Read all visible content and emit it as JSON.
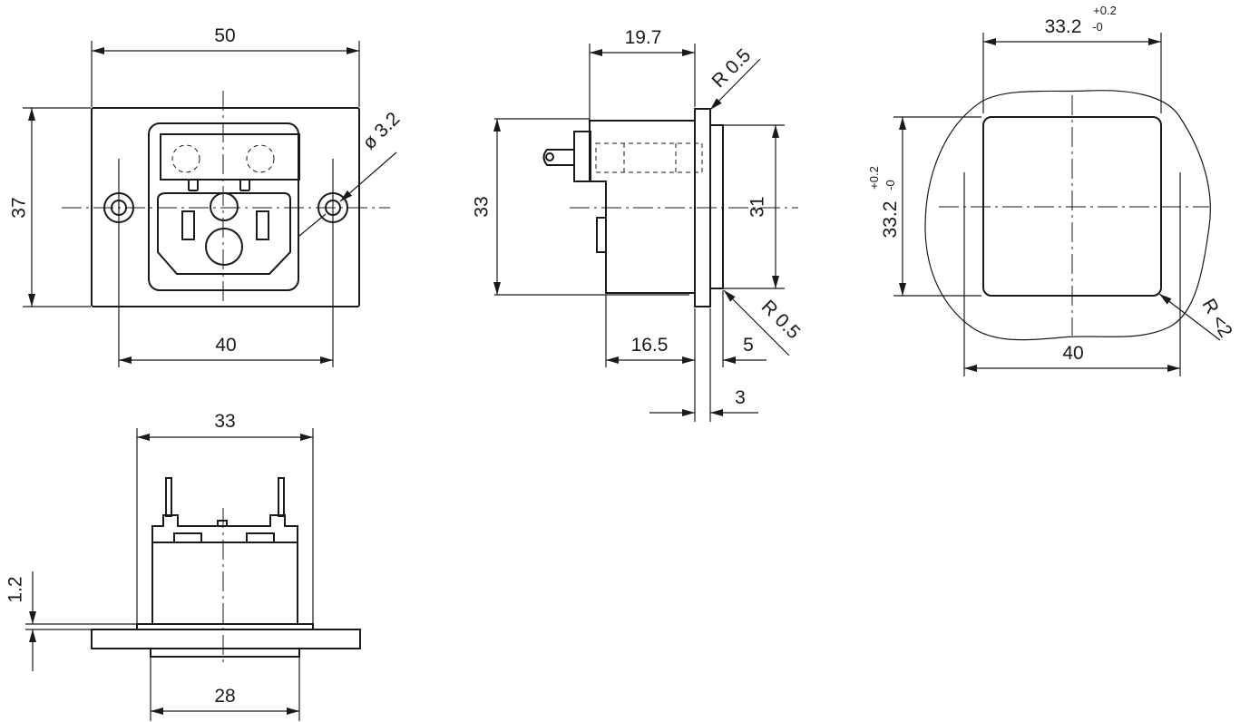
{
  "front_view": {
    "width_overall": "50",
    "height_overall": "37",
    "hole_spacing": "40",
    "hole_diameter": "ø 3.2"
  },
  "side_view": {
    "depth": "19.7",
    "radius_top": "R 0.5",
    "height": "33",
    "panel_height": "31",
    "radius_bottom": "R 0.5",
    "body_depth": "16.5",
    "flange_depth": "5",
    "panel_thickness": "3"
  },
  "cutout_view": {
    "width_value": "33.2",
    "width_tol_plus": "+0.2",
    "width_tol_minus": "-0",
    "height_value": "33.2",
    "height_tol_plus": "+0.2",
    "height_tol_minus": "-0",
    "corner_radius": "R <2",
    "hole_spacing": "40"
  },
  "bottom_view": {
    "body_width": "33",
    "flange_thickness": "1.2",
    "base_width": "28"
  }
}
